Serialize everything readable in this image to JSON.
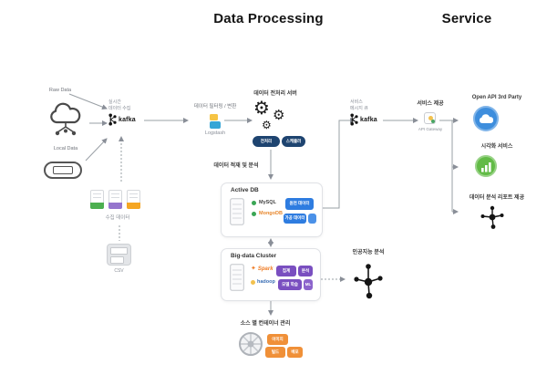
{
  "header": {
    "processing_title": "Data Processing",
    "service_title": "Service"
  },
  "inputs": {
    "raw_label": "Raw Data",
    "local_label": "Local Data"
  },
  "collect": {
    "docs_label": "수집 데이터",
    "file_label": "CSV"
  },
  "kafka_in": {
    "caption_line1": "실시간",
    "caption_line2": "데이터 수집",
    "logo_text": "kafka"
  },
  "logstash": {
    "caption": "데이터 필터링 / 변환",
    "logo_text": "Logstash"
  },
  "preprocess": {
    "title": "데이터 전처리 서버",
    "badges": [
      "전처리",
      "스케줄러"
    ]
  },
  "flow": {
    "store_label": "데이터 적재 및 분석"
  },
  "active_db": {
    "title": "Active DB",
    "rows": [
      {
        "name": "MySQL"
      },
      {
        "name": "MongoDB"
      }
    ],
    "badges": [
      "원천 데이터",
      "가공 데이터"
    ]
  },
  "bigdata": {
    "title": "Big-data Cluster",
    "engines": [
      {
        "name": "Spark"
      },
      {
        "name": "hadoop"
      }
    ],
    "badges": [
      "집계",
      "분석",
      "모델 학습",
      "ML"
    ]
  },
  "ml": {
    "caption": "인공지능 분석"
  },
  "docker": {
    "title": "소스 별 컨테이너 관리",
    "badges": [
      "이미지",
      "빌드",
      "배포"
    ]
  },
  "kafka_out": {
    "caption_line1": "서비스",
    "caption_line2": "메시지 큐",
    "logo_text": "kafka"
  },
  "gateway": {
    "caption": "서비스 제공",
    "logo_text": "API Gateway"
  },
  "services": {
    "items": [
      {
        "label": "Open API 3rd Party"
      },
      {
        "label": "시각화 서비스"
      },
      {
        "label": "데이터 분석 리포트 제공"
      }
    ]
  },
  "colors": {
    "navy_badge": "#1e4470",
    "blue_badge": "#2e7ce0",
    "purple_badge": "#7a4fc0",
    "orange_badge": "#f09038",
    "service_blue": "#3e8edd",
    "service_green": "#62bb46",
    "status_green": "#3aa655",
    "mongodb_text": "#e8882e"
  }
}
